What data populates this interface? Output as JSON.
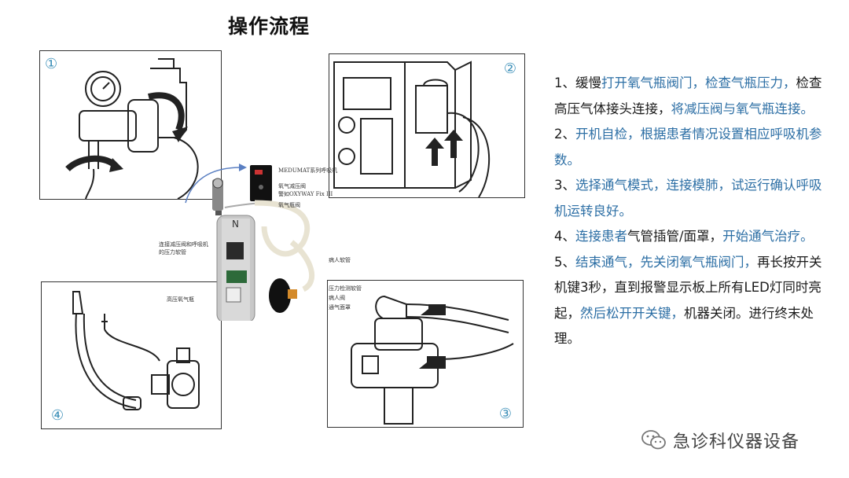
{
  "title": "操作流程",
  "panels": {
    "p1": "①",
    "p2": "②",
    "p3": "③",
    "p4": "④"
  },
  "center_labels": {
    "medumat": "MEDUMAT系列呼吸机",
    "reducer": "氧气减压阀",
    "reducer2": "警如OXYWAY Fix III",
    "valve": "氧气瓶阀",
    "hose": "连接减压阀和呼吸机",
    "hose2": "的压力软管",
    "patient_tube": "病人软管",
    "pressure_tube": "压力检测软管",
    "patient_valve": "病人阀",
    "mask": "通气面罩",
    "cylinder": "高压氧气瓶",
    "cyl_letter": "N"
  },
  "steps": [
    [
      {
        "t": "1、缓慢",
        "c": "k"
      },
      {
        "t": "打开氧气瓶阀门，检查气瓶压力，",
        "c": "b"
      },
      {
        "t": "检查高压气体接头连接，",
        "c": "k"
      },
      {
        "t": "将减压阀与氧气瓶连接。",
        "c": "b"
      }
    ],
    [
      {
        "t": "2、",
        "c": "k"
      },
      {
        "t": "开机自检，根据患者情况设置相应呼吸机参数。",
        "c": "b"
      }
    ],
    [
      {
        "t": "3、",
        "c": "k"
      },
      {
        "t": "选择通气模式，连接模肺，试运行确认呼吸机运转良好。",
        "c": "b"
      }
    ],
    [
      {
        "t": "4、",
        "c": "k"
      },
      {
        "t": "连接患者",
        "c": "b"
      },
      {
        "t": "气管插管/面罩，",
        "c": "k"
      },
      {
        "t": "开始通气治疗。",
        "c": "b"
      }
    ],
    [
      {
        "t": "5、",
        "c": "k"
      },
      {
        "t": "结束通气，先关闭氧气瓶阀门，",
        "c": "b"
      },
      {
        "t": "再长按开关机键3秒，直到报警显示板上所有LED灯同时亮起，",
        "c": "k"
      },
      {
        "t": "然后松开开关键，",
        "c": "b"
      },
      {
        "t": "机器关闭。进行终末处理。",
        "c": "k"
      }
    ]
  ],
  "footer": "急诊科仪器设备",
  "colors": {
    "accent_blue": "#2d6fa5",
    "number_blue": "#3b8fb8"
  }
}
